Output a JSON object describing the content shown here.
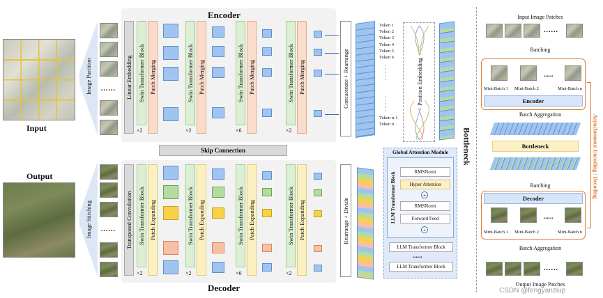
{
  "left": {
    "input_label": "Input",
    "output_label": "Output",
    "image_partition": "Image Partition",
    "image_stitching": "Image Stitching",
    "ellipsis": "......"
  },
  "encoder": {
    "title": "Encoder",
    "linear_embedding": "Linear Embedding",
    "swin_block": "Swin Transformer Block",
    "patch_merging": "Patch Merging",
    "repeats": [
      "×2",
      "×2",
      "×6",
      "×2"
    ]
  },
  "skip_connection": "Skip Connection",
  "decoder": {
    "title": "Decoder",
    "transposed_convolution": "Transposed Convolution",
    "swin_block": "Swin Transformer Block",
    "patch_expanding": "Patch Expanding",
    "repeats": [
      "×2",
      "×2",
      "×6",
      "×2"
    ]
  },
  "bottleneck": {
    "title": "Bottleneck",
    "concat_rearrange": "Concatenate + Rearrange",
    "rearrange_divide": "Rearrange + Divide",
    "tokens": [
      "Token 1",
      "Token 2",
      "Token 3",
      "Token 4",
      "Token 5",
      "Token 6",
      "Token n-1",
      "Token n"
    ],
    "position_embedding": "Position Embedding",
    "gam_title": "Global Attention Module",
    "llm_block_label": "LLM Transformer Block",
    "rmsnorm": "RMSNorm",
    "hyper_attention": "Hyper Attention",
    "rmsnorm2": "RMSNorm",
    "forward_feed": "Forward Feed",
    "llm_block_1": "LLM Transformer Block",
    "dots": "......",
    "llm_block_2": "LLM Transformer Block"
  },
  "right": {
    "input_patches": "Input Image Patches",
    "batching": "Batching",
    "mini_batch_1": "Mini-Batch 1",
    "mini_batch_2": "Mini-Batch 2",
    "mini_batch_n": "Mini-Batch n",
    "encoder": "Encoder",
    "batch_aggregation": "Batch Aggregation",
    "bottleneck": "Bottleneck",
    "batching2": "Batching",
    "decoder": "Decoder",
    "batch_aggregation2": "Batch Aggregation",
    "output_patches": "Output Image Patches",
    "async_label": "Asynchronous Encoding / Decoding",
    "ellipsis": "......"
  },
  "watermark": "CSDN @fengyanziup",
  "colors": {
    "blue_slab": "#9fc4ef",
    "green_slab": "#b4dca0",
    "yellow_slab": "#f6d24a",
    "orange_slab": "#f7bfa4",
    "async_orange": "#e07a2f"
  }
}
